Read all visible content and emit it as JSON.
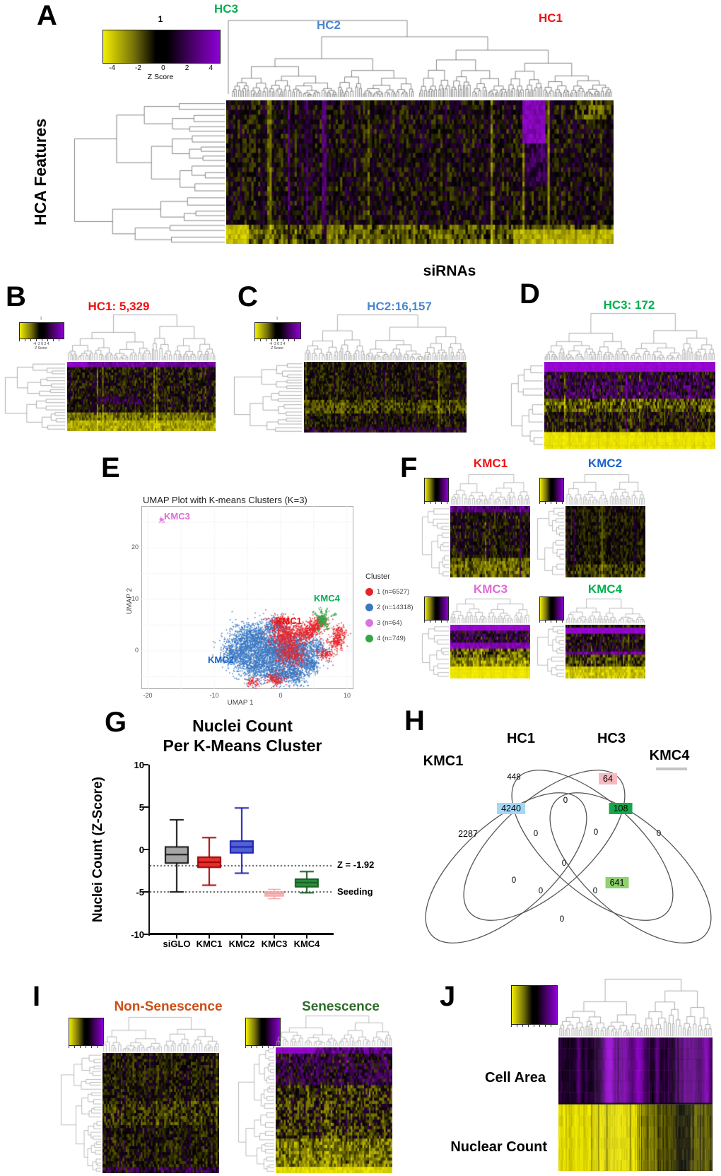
{
  "colors": {
    "heat_yellow": "#f2ee00",
    "heat_black": "#000000",
    "heat_purple": "#8d00d5",
    "hc1_red": "#ee1111",
    "hc2_blue": "#4a86d2",
    "hc3_green": "#00b050",
    "kmc1_red": "#ee1111",
    "kmc2_blue": "#1a64cc",
    "kmc3_pink": "#e06ad2",
    "kmc4_green": "#00b050",
    "non_senescence_orange": "#cc4e16",
    "senescence_green": "#2e6b2a",
    "venn_pink": "#f6b9bf",
    "venn_blue": "#a4d7f4",
    "venn_dark_green": "#17a64a",
    "venn_light_green": "#8fd170"
  },
  "panels": {
    "A": {
      "letter": "A",
      "ylabel": "HCA Features",
      "xlabel": "siRNAs",
      "hc1": "HC1",
      "hc2": "HC2",
      "hc3": "HC3",
      "colorbar": {
        "title": "1",
        "ticks": [
          "-4",
          "-2",
          "0",
          "2",
          "4"
        ],
        "label": "Z Score"
      }
    },
    "B": {
      "letter": "B",
      "title": "HC1: 5,329",
      "colorbar": {
        "title": "1",
        "ticks": "-4 -2 0 2 4",
        "label": "Z Score"
      }
    },
    "C": {
      "letter": "C",
      "title": "HC2:16,157",
      "colorbar": {
        "title": "1",
        "ticks": "-4 -2 0 2 4",
        "label": "Z Score"
      }
    },
    "D": {
      "letter": "D",
      "title": "HC3: 172"
    },
    "E": {
      "letter": "E",
      "title": "UMAP Plot with K-means Clusters (K=3)",
      "xlabel": "UMAP 1",
      "ylabel": "UMAP 2",
      "xticks": [
        "-20",
        "-10",
        "0",
        "10"
      ],
      "yticks": [
        "20",
        "10",
        "0"
      ],
      "kmc1": "KMC1",
      "kmc2": "KMC2",
      "kmc3": "KMC3",
      "kmc4": "KMC4",
      "legend_title": "Cluster"
    },
    "F": {
      "letter": "F",
      "kmc1": "KMC1",
      "kmc2": "KMC2",
      "kmc3": "KMC3",
      "kmc4": "KMC4"
    },
    "G": {
      "letter": "G",
      "title_line1": "Nuclei Count",
      "title_line2": "Per K-Means Cluster",
      "ylabel": "Nuclei Count (Z-Score)"
    },
    "H": {
      "letter": "H"
    },
    "I": {
      "letter": "I",
      "non_senescence": "Non-Senescence",
      "senescence": "Senescence"
    },
    "J": {
      "letter": "J",
      "cell_area": "Cell Area",
      "nuclear_count": "Nuclear Count"
    }
  },
  "chart_data": [
    {
      "type": "box",
      "title": "Nuclei Count Per K-Means Cluster",
      "ylabel": "Nuclei Count (Z-Score)",
      "ylim": [
        -10,
        10
      ],
      "yticks": [
        "10",
        "5",
        "0",
        "-5",
        "-10"
      ],
      "categories": [
        "siGLO",
        "KMC1",
        "KMC2",
        "KMC3",
        "KMC4"
      ],
      "boxes": [
        {
          "label": "siGLO",
          "fill": "#a6a6a6",
          "stroke": "#111111",
          "whisker_low": -5,
          "q1": -1.6,
          "median": -0.6,
          "q3": 0.3,
          "whisker_high": 3.5
        },
        {
          "label": "KMC1",
          "fill": "#e03030",
          "stroke": "#a00000",
          "whisker_low": -4.2,
          "q1": -2.1,
          "median": -1.5,
          "q3": -0.9,
          "whisker_high": 1.4
        },
        {
          "label": "KMC2",
          "fill": "#4f63d2",
          "stroke": "#1a1ab0",
          "whisker_low": -2.8,
          "q1": -0.4,
          "median": 0.3,
          "q3": 1.0,
          "whisker_high": 4.9
        },
        {
          "label": "KMC3",
          "fill": "#f9c0c0",
          "stroke": "#ef9a9a",
          "whisker_low": -5.8,
          "q1": -5.5,
          "median": -5.2,
          "q3": -5.0,
          "whisker_high": -4.7
        },
        {
          "label": "KMC4",
          "fill": "#2d8f3c",
          "stroke": "#145a20",
          "whisker_low": -5.1,
          "q1": -4.4,
          "median": -3.9,
          "q3": -3.5,
          "whisker_high": -2.6
        }
      ],
      "reference_lines": [
        {
          "y": -1.92,
          "label": "Z = -1.92"
        },
        {
          "y": -5,
          "label": "Seeding"
        }
      ]
    },
    {
      "type": "scatter",
      "title": "UMAP Plot with K-means Clusters (K=3)",
      "xlabel": "UMAP 1",
      "ylabel": "UMAP 2",
      "xlim": [
        -20,
        10
      ],
      "ylim": [
        0,
        20
      ],
      "legend_title": "Cluster",
      "series": [
        {
          "name": "1 (n=6527)",
          "color": "#e8232a",
          "cluster_label": "KMC1"
        },
        {
          "name": "2 (n=14318)",
          "color": "#3b78c3",
          "cluster_label": "KMC2"
        },
        {
          "name": "3 (n=64)",
          "color": "#d974dd",
          "cluster_label": "KMC3"
        },
        {
          "name": "4 (n=749)",
          "color": "#36a545",
          "cluster_label": "KMC4"
        }
      ]
    },
    {
      "type": "venn",
      "sets": [
        "KMC1",
        "HC1",
        "HC3",
        "KMC4"
      ],
      "regions": {
        "KMC1_only": "2287",
        "HC1_only": "448",
        "HC3_only": "64",
        "KMC4_only": "0",
        "KMC1_HC1": "4240",
        "HC1_HC3": "0",
        "HC3_KMC4": "108",
        "KMC1_HC3": "0",
        "HC1_KMC4": "0",
        "KMC1_KMC4": "0",
        "KMC1_HC1_HC3": "0",
        "HC1_HC3_KMC4": "641",
        "KMC1_HC1_KMC4": "0",
        "KMC1_HC3_KMC4": "0",
        "KMC1_HC1_HC3_KMC4": "0"
      },
      "highlighted": {
        "HC3_only": "#f6b9bf",
        "KMC1_HC1": "#a4d7f4",
        "HC3_KMC4": "#17a64a",
        "HC1_HC3_KMC4": "#8fd170"
      }
    }
  ]
}
